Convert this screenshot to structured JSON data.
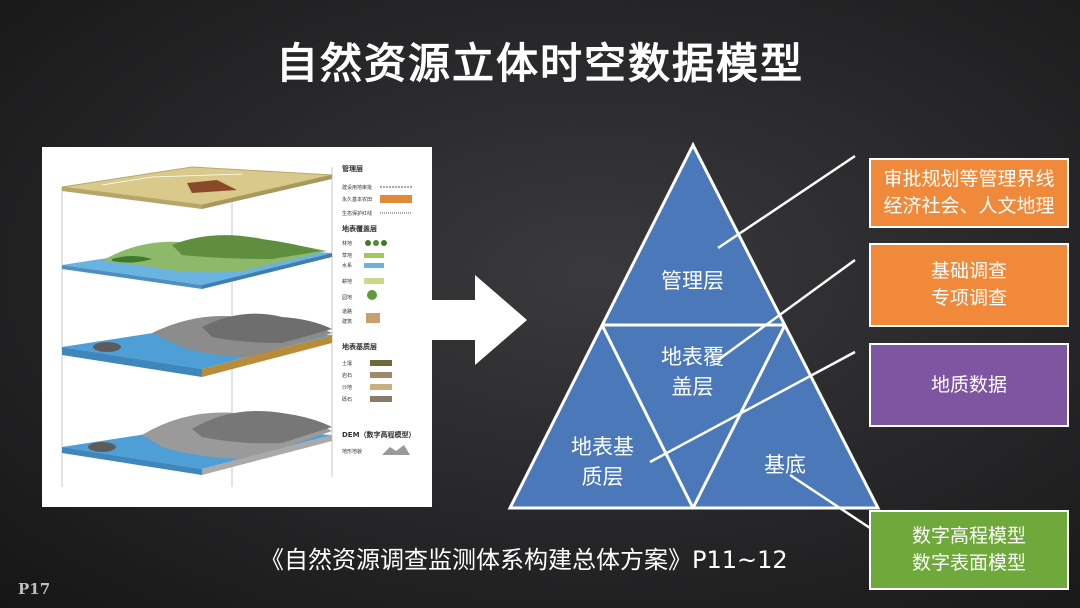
{
  "title": "自然资源立体时空数据模型",
  "figure": {
    "layers": {
      "management": {
        "heading": "管理层",
        "items": [
          "建设用地审批",
          "永久基本农田",
          "生态保护红线"
        ]
      },
      "surface_cover": {
        "heading": "地表覆盖层",
        "items": [
          "林地",
          "草地",
          "水系",
          "耕地",
          "园地",
          "道路",
          "建筑"
        ]
      },
      "surface_substrate": {
        "heading": "地表基质层",
        "items": [
          "土壤",
          "岩石",
          "沙地",
          "砾石"
        ]
      },
      "dem": {
        "heading": "DEM（数字高程模型）",
        "items": [
          "地形地貌"
        ]
      }
    }
  },
  "pyramid": {
    "top": "管理层",
    "middle": [
      "地表覆",
      "盖层"
    ],
    "bottom_left": [
      "地表基",
      "质层"
    ],
    "bottom_right": "基底"
  },
  "boxes": [
    {
      "lines": [
        "审批规划等管理界线",
        "经济社会、人文地理"
      ],
      "color": "#f08a3a"
    },
    {
      "lines": [
        "基础调查",
        "专项调查"
      ],
      "color": "#f08a3a"
    },
    {
      "lines": [
        "地质数据"
      ],
      "color": "#7e55a0"
    },
    {
      "lines": [
        "数字高程模型",
        "数字表面模型"
      ],
      "color": "#6fa83b"
    }
  ],
  "citation": "《自然资源调查监测体系构建总体方案》P11~12",
  "page_number": "P17",
  "colors": {
    "pyramid_fill": "#4a78b8",
    "orange": "#f08a3a",
    "purple": "#7e55a0",
    "green": "#6fa83b"
  }
}
